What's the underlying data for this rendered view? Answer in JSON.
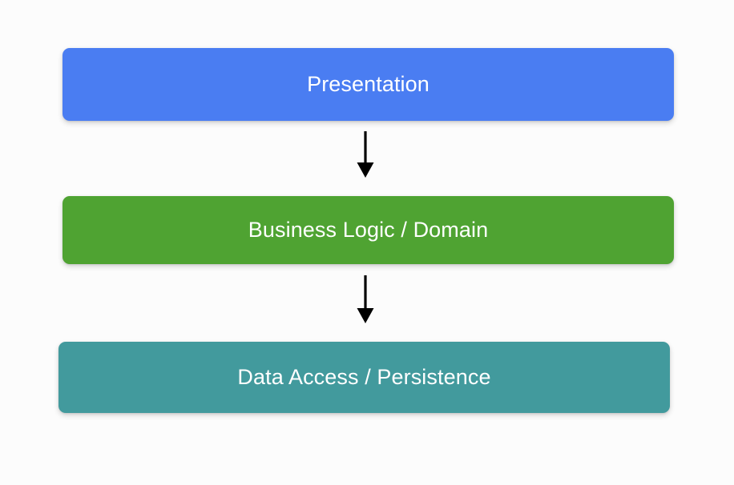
{
  "diagram": {
    "type": "layered-architecture-flow",
    "orientation": "vertical-top-down",
    "background_color": "#fcfcfc",
    "layers": [
      {
        "id": "presentation",
        "label": "Presentation",
        "color": "#4a7df2",
        "text_color": "#ffffff",
        "order": 1
      },
      {
        "id": "business-logic",
        "label": "Business Logic / Domain",
        "color": "#4fa332",
        "text_color": "#ffffff",
        "order": 2
      },
      {
        "id": "data-access",
        "label": "Data Access / Persistence",
        "color": "#429a9d",
        "text_color": "#ffffff",
        "order": 3
      }
    ],
    "connectors": [
      {
        "id": "presentation-to-business",
        "from": "presentation",
        "to": "business-logic",
        "style": "solid-arrow",
        "color": "#000000",
        "label": ""
      },
      {
        "id": "business-to-data",
        "from": "business-logic",
        "to": "data-access",
        "style": "solid-arrow",
        "color": "#000000",
        "label": ""
      }
    ]
  }
}
